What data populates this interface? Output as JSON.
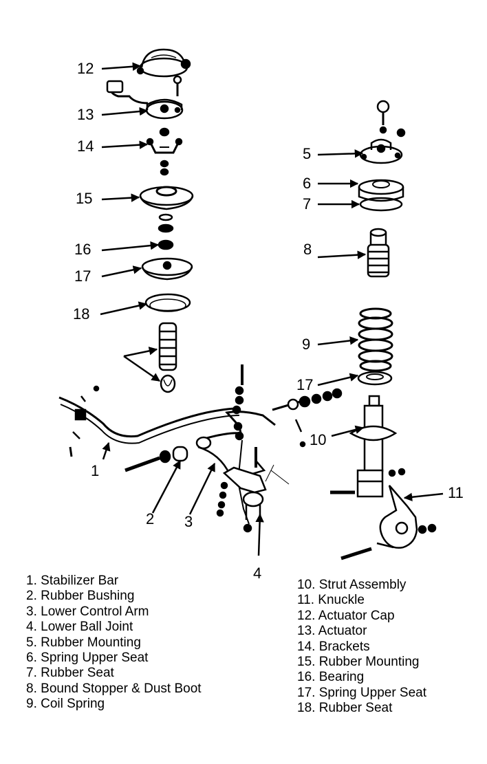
{
  "diagram": {
    "callouts": [
      "1",
      "2",
      "3",
      "4",
      "5",
      "6",
      "7",
      "8",
      "9",
      "10",
      "11",
      "12",
      "13",
      "14",
      "15",
      "16",
      "17",
      "17",
      "18"
    ],
    "legend_left": [
      {
        "num": "1.",
        "label": "Stabilizer Bar"
      },
      {
        "num": "2.",
        "label": "Rubber Bushing"
      },
      {
        "num": "3.",
        "label": "Lower Control Arm"
      },
      {
        "num": "4.",
        "label": "Lower Ball Joint"
      },
      {
        "num": "5.",
        "label": "Rubber Mounting"
      },
      {
        "num": "6.",
        "label": "Spring Upper Seat"
      },
      {
        "num": "7.",
        "label": "Rubber Seat"
      },
      {
        "num": "8.",
        "label": "Bound Stopper & Dust Boot"
      },
      {
        "num": "9.",
        "label": "Coil Spring"
      }
    ],
    "legend_right": [
      {
        "num": "10.",
        "label": "Strut Assembly"
      },
      {
        "num": "11.",
        "label": "Knuckle"
      },
      {
        "num": "12.",
        "label": "Actuator Cap"
      },
      {
        "num": "13.",
        "label": "Actuator"
      },
      {
        "num": "14.",
        "label": "Brackets"
      },
      {
        "num": "15.",
        "label": "Rubber Mounting"
      },
      {
        "num": "16.",
        "label": "Bearing"
      },
      {
        "num": "17.",
        "label": "Spring Upper Seat"
      },
      {
        "num": "18.",
        "label": "Rubber Seat"
      }
    ],
    "ink_color": "#000000"
  }
}
